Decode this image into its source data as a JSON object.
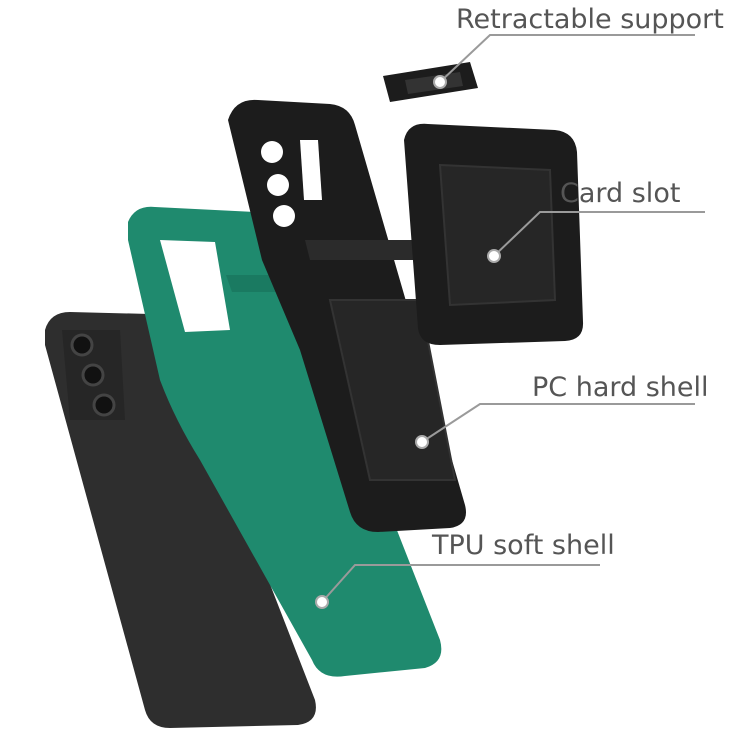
{
  "callouts": {
    "retractable_support": "Retractable support",
    "card_slot": "Card slot",
    "pc_hard_shell": "PC hard shell",
    "tpu_soft_shell": "TPU soft shell"
  },
  "colors": {
    "tpu_shell": "#1f8a6e",
    "pc_shell": "#1c1c1c",
    "phone": "#2e2e2e",
    "callout_line": "#9a9a9a",
    "label_text": "#555555"
  }
}
